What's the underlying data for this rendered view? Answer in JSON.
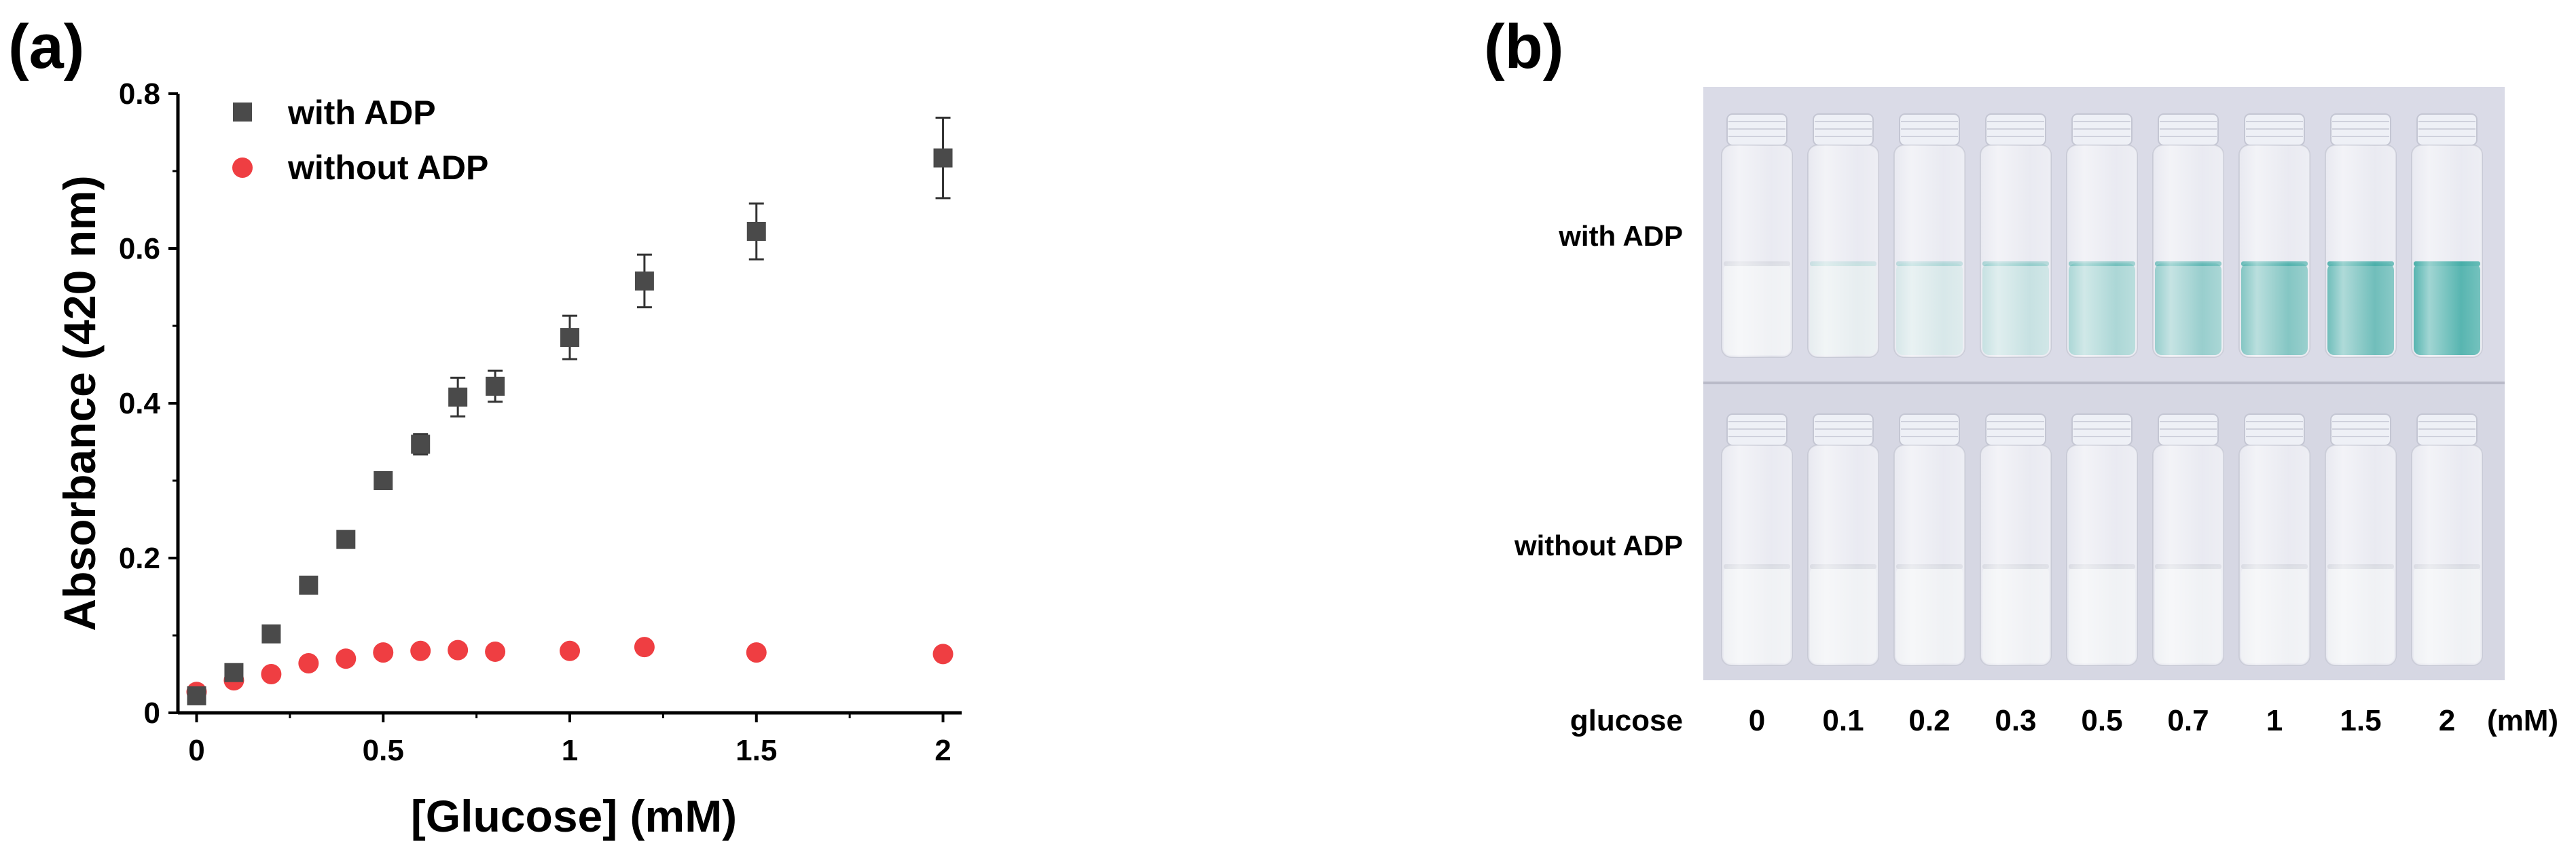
{
  "panels": {
    "a_label": "(a)",
    "b_label": "(b)"
  },
  "chart_data": {
    "type": "scatter",
    "xlabel": "[Glucose] (mM)",
    "ylabel": "Absorbance (420 nm)",
    "xlim": [
      -0.05,
      2.05
    ],
    "ylim": [
      0,
      0.8
    ],
    "xticks": [
      "0",
      "0.5",
      "1",
      "1.5",
      "2"
    ],
    "yticks": [
      "0",
      "0.2",
      "0.4",
      "0.6",
      "0.8"
    ],
    "legend_position": "top-left",
    "grid": false,
    "series": [
      {
        "name": "with ADP",
        "marker": "square",
        "color": "#4a4a4a",
        "x": [
          0,
          0.1,
          0.2,
          0.3,
          0.4,
          0.5,
          0.6,
          0.7,
          0.8,
          1,
          1.2,
          1.5,
          2
        ],
        "y": [
          0.022,
          0.052,
          0.102,
          0.165,
          0.224,
          0.3,
          0.347,
          0.408,
          0.422,
          0.485,
          0.558,
          0.622,
          0.717
        ],
        "err": [
          0.004,
          0.004,
          0.005,
          0.005,
          0.006,
          0.006,
          0.013,
          0.025,
          0.02,
          0.028,
          0.034,
          0.036,
          0.052
        ]
      },
      {
        "name": "without ADP",
        "marker": "circle",
        "color": "#ef3e42",
        "x": [
          0,
          0.1,
          0.2,
          0.3,
          0.4,
          0.5,
          0.6,
          0.7,
          0.8,
          1,
          1.2,
          1.5,
          2
        ],
        "y": [
          0.027,
          0.042,
          0.05,
          0.064,
          0.07,
          0.078,
          0.08,
          0.081,
          0.079,
          0.08,
          0.085,
          0.078,
          0.076
        ],
        "err": [
          0,
          0,
          0,
          0,
          0,
          0,
          0,
          0,
          0,
          0,
          0,
          0,
          0
        ]
      }
    ]
  },
  "photo": {
    "row_labels": [
      "with ADP",
      "without ADP"
    ],
    "glucose_label": "glucose",
    "concentrations": [
      "0",
      "0.1",
      "0.2",
      "0.3",
      "0.5",
      "0.7",
      "1",
      "1.5",
      "2"
    ],
    "unit_label": "(mM)",
    "with_adp_intensity": [
      0.0,
      0.05,
      0.14,
      0.24,
      0.4,
      0.52,
      0.64,
      0.76,
      0.9
    ],
    "liquid_color": "#1a9a93",
    "background_color": "#d9dae6"
  }
}
